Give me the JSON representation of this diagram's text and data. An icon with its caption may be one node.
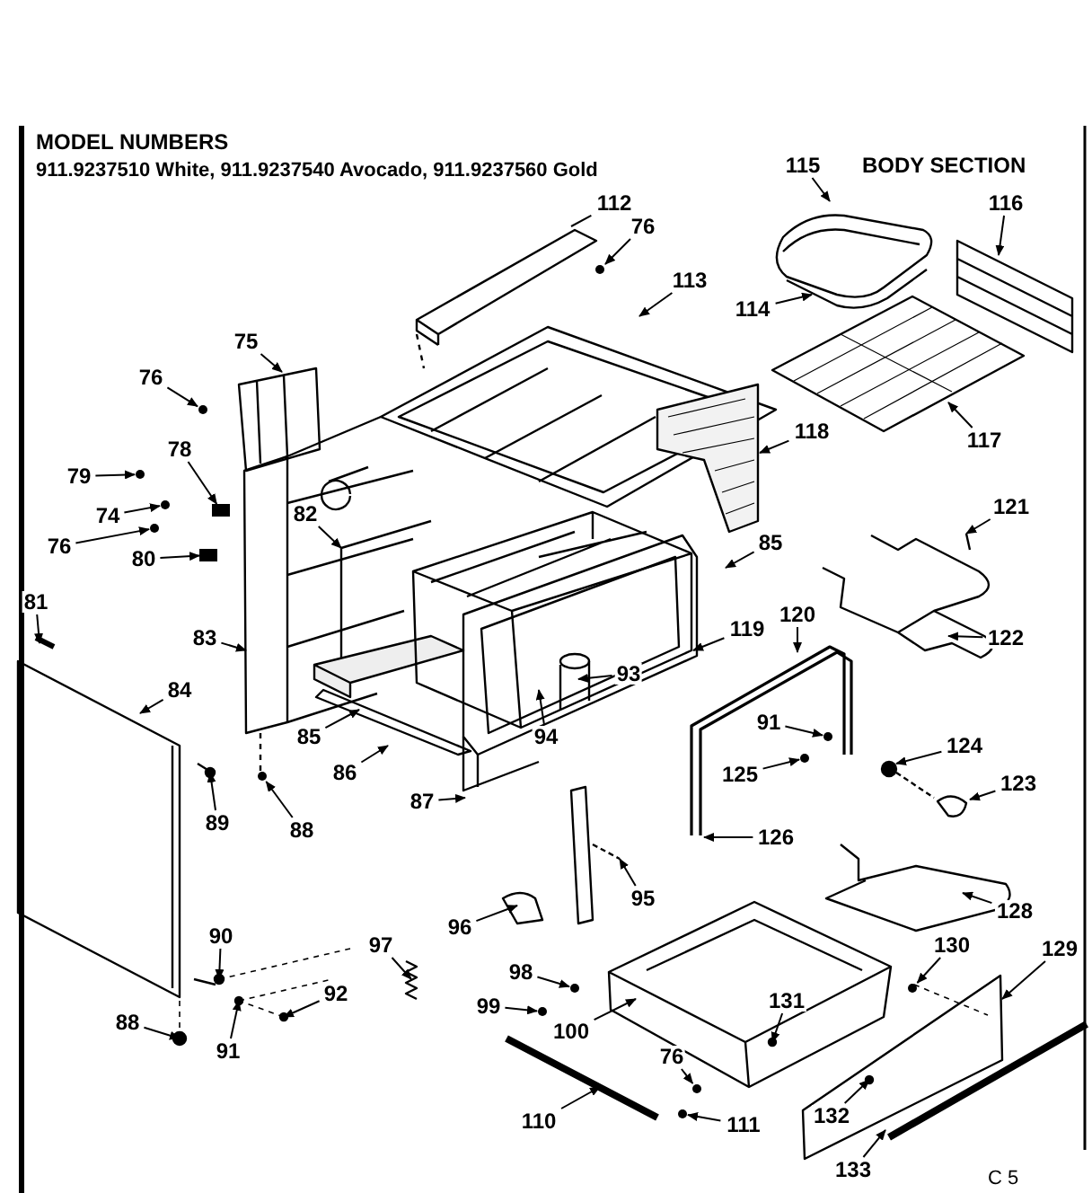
{
  "diagram": {
    "title": "BODY SECTION",
    "nodes": [
      {
        "text": [
          "115"
        ]
      },
      {
        "text": [
          "112"
        ]
      },
      {
        "text": [
          "116"
        ]
      },
      {
        "text": [
          "76"
        ]
      },
      {
        "text": [
          "113"
        ]
      },
      {
        "text": [
          "114"
        ]
      },
      {
        "text": [
          "75"
        ]
      },
      {
        "text": [
          "76"
        ]
      },
      {
        "text": [
          "118"
        ]
      },
      {
        "text": [
          "117"
        ]
      },
      {
        "text": [
          "78"
        ]
      },
      {
        "text": [
          "79"
        ]
      },
      {
        "text": [
          "74"
        ]
      },
      {
        "text": [
          "121"
        ]
      },
      {
        "text": [
          "82"
        ]
      },
      {
        "text": [
          "76"
        ]
      },
      {
        "text": [
          "85"
        ]
      },
      {
        "text": [
          "80"
        ]
      },
      {
        "text": [
          "81"
        ]
      },
      {
        "text": [
          "120"
        ]
      },
      {
        "text": [
          "122"
        ]
      },
      {
        "text": [
          "119"
        ]
      },
      {
        "text": [
          "83"
        ]
      },
      {
        "text": [
          "93"
        ]
      },
      {
        "text": [
          "84"
        ]
      },
      {
        "text": [
          "94"
        ]
      },
      {
        "text": [
          "91"
        ]
      },
      {
        "text": [
          "85"
        ]
      },
      {
        "text": [
          "124"
        ]
      },
      {
        "text": [
          "125"
        ]
      },
      {
        "text": [
          "86"
        ]
      },
      {
        "text": [
          "123"
        ]
      },
      {
        "text": [
          "87"
        ]
      },
      {
        "text": [
          "126"
        ]
      },
      {
        "text": [
          "89"
        ]
      },
      {
        "text": [
          "88"
        ]
      },
      {
        "text": [
          "95"
        ]
      },
      {
        "text": [
          "128"
        ]
      },
      {
        "text": [
          "96"
        ]
      },
      {
        "text": [
          "90"
        ]
      },
      {
        "text": [
          "97"
        ]
      },
      {
        "text": [
          "129"
        ]
      },
      {
        "text": [
          "130"
        ]
      },
      {
        "text": [
          "98"
        ]
      },
      {
        "text": [
          "92"
        ]
      },
      {
        "text": [
          "131"
        ]
      },
      {
        "text": [
          "99"
        ]
      },
      {
        "text": [
          "88"
        ]
      },
      {
        "text": [
          "100"
        ]
      },
      {
        "text": [
          "91"
        ]
      },
      {
        "text": [
          "76"
        ]
      },
      {
        "text": [
          "110"
        ]
      },
      {
        "text": [
          "111"
        ]
      },
      {
        "text": [
          "132"
        ]
      },
      {
        "text": [
          "133"
        ]
      },
      {
        "text": [],
        "shape": "circle"
      },
      {
        "text": [],
        "shape": "circle"
      },
      {
        "text": [],
        "shape": "circle"
      },
      {
        "text": [],
        "shape": "circle"
      },
      {
        "text": [],
        "shape": "circle"
      },
      {
        "text": [],
        "shape": "circle"
      },
      {
        "text": [],
        "shape": "circle"
      },
      {
        "text": [],
        "shape": "circle"
      },
      {
        "text": [],
        "shape": "circle"
      },
      {
        "text": [],
        "shape": "circle"
      },
      {
        "text": [],
        "shape": "box"
      },
      {
        "text": [],
        "shape": "circle"
      },
      {
        "text": [],
        "shape": "circle"
      },
      {
        "text": [],
        "shape": "circle"
      },
      {
        "text": [],
        "shape": "box"
      }
    ],
    "edges": [
      {
        "from": 0,
        "to": null,
        "arrow": "to"
      },
      {
        "from": 1,
        "to": null,
        "arrow": "none"
      },
      {
        "from": 2,
        "to": null,
        "arrow": "to"
      },
      {
        "from": 3,
        "to": 55,
        "arrow": "to"
      },
      {
        "from": 4,
        "to": null,
        "arrow": "to"
      },
      {
        "from": 5,
        "to": null,
        "arrow": "to"
      },
      {
        "from": 6,
        "to": null,
        "arrow": "to"
      },
      {
        "from": 7,
        "to": 56,
        "arrow": "to"
      },
      {
        "from": 8,
        "to": null,
        "arrow": "to"
      },
      {
        "from": 9,
        "to": null,
        "arrow": "to"
      },
      {
        "from": 10,
        "to": 69,
        "arrow": "to"
      },
      {
        "from": 11,
        "to": 57,
        "arrow": "to"
      },
      {
        "from": 12,
        "to": 64,
        "arrow": "to"
      },
      {
        "from": 13,
        "to": null,
        "arrow": "to"
      },
      {
        "from": 14,
        "to": null,
        "arrow": "to"
      },
      {
        "from": 15,
        "to": 58,
        "arrow": "to"
      },
      {
        "from": 16,
        "to": null,
        "arrow": "to"
      },
      {
        "from": 17,
        "to": 65,
        "arrow": "to"
      },
      {
        "from": 18,
        "to": null,
        "arrow": "to"
      },
      {
        "from": 19,
        "to": null,
        "arrow": "to"
      },
      {
        "from": 20,
        "to": null,
        "arrow": "to"
      },
      {
        "from": 21,
        "to": null,
        "arrow": "to"
      },
      {
        "from": 22,
        "to": null,
        "arrow": "to"
      },
      {
        "from": 23,
        "to": null,
        "arrow": "to"
      },
      {
        "from": 24,
        "to": null,
        "arrow": "to"
      },
      {
        "from": 25,
        "to": null,
        "arrow": "to"
      },
      {
        "from": 26,
        "to": 66,
        "arrow": "to"
      },
      {
        "from": 27,
        "to": null,
        "arrow": "to"
      },
      {
        "from": 28,
        "to": null,
        "arrow": "to"
      },
      {
        "from": 29,
        "to": 59,
        "arrow": "to"
      },
      {
        "from": 30,
        "to": null,
        "arrow": "to"
      },
      {
        "from": 31,
        "to": null,
        "arrow": "to"
      },
      {
        "from": 32,
        "to": null,
        "arrow": "to"
      },
      {
        "from": 33,
        "to": null,
        "arrow": "to"
      },
      {
        "from": 34,
        "to": null,
        "arrow": "to"
      },
      {
        "from": 35,
        "to": 60,
        "arrow": "to"
      },
      {
        "from": 36,
        "to": null,
        "arrow": "to"
      },
      {
        "from": 37,
        "to": null,
        "arrow": "to"
      },
      {
        "from": 38,
        "to": null,
        "arrow": "to"
      },
      {
        "from": 39,
        "to": null,
        "arrow": "to"
      },
      {
        "from": 40,
        "to": null,
        "arrow": "to"
      },
      {
        "from": 41,
        "to": null,
        "arrow": "to"
      },
      {
        "from": 42,
        "to": 61,
        "arrow": "to"
      },
      {
        "from": 43,
        "to": 67,
        "arrow": "to"
      },
      {
        "from": 44,
        "to": null,
        "arrow": "to"
      },
      {
        "from": 45,
        "to": null,
        "arrow": "to"
      },
      {
        "from": 46,
        "to": 62,
        "arrow": "to"
      },
      {
        "from": 47,
        "to": null,
        "arrow": "to"
      },
      {
        "from": 48,
        "to": null,
        "arrow": "to"
      },
      {
        "from": 49,
        "to": null,
        "arrow": "to"
      },
      {
        "from": 50,
        "to": 63,
        "arrow": "to"
      },
      {
        "from": 51,
        "to": null,
        "arrow": "to"
      },
      {
        "from": 52,
        "to": 68,
        "arrow": "to"
      },
      {
        "from": 53,
        "to": null,
        "arrow": "to"
      },
      {
        "from": 54,
        "to": null,
        "arrow": "to"
      }
    ],
    "labels": [
      "MODEL NUMBERS",
      "911.9237510 White, 911.9237540 Avocado, 911.9237560 Gold",
      "C 5"
    ]
  }
}
